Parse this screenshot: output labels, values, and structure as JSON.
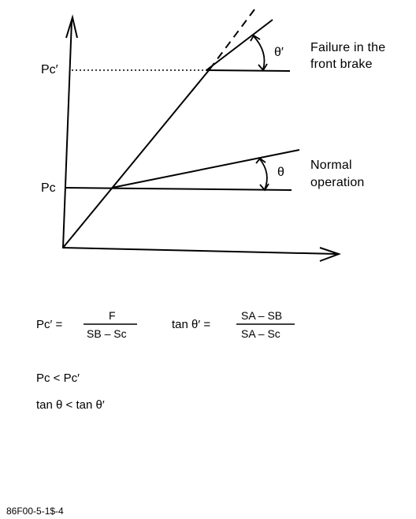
{
  "graph": {
    "pc_prime_label": "Pc′",
    "pc_label": "Pc",
    "theta_prime_label": "θ′",
    "theta_label": "θ"
  },
  "annotations": {
    "failure_line1": "Failure in the",
    "failure_line2": "front brake",
    "normal_line1": "Normal",
    "normal_line2": "operation"
  },
  "equations": {
    "eq1_lhs": "Pc′ =",
    "eq1_num": "F",
    "eq1_den": "SB – Sc",
    "eq2_lhs": "tan θ′ =",
    "eq2_num": "SA – SB",
    "eq2_den": "SA – Sc",
    "rel1": "Pc <  Pc′",
    "rel2": "tan θ < tan θ′"
  },
  "figure_code": "86F00-5-1$-4"
}
